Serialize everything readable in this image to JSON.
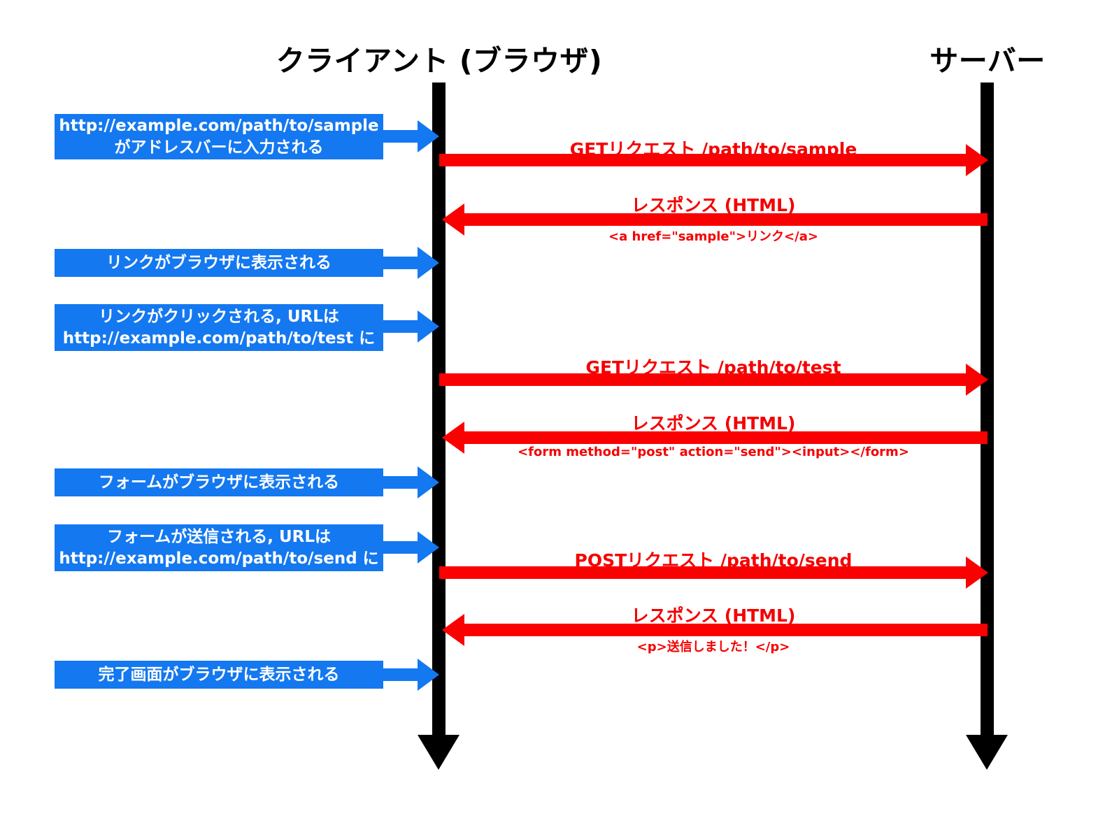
{
  "diagram": {
    "title_client": "クライアント (ブラウザ)",
    "title_server": "サーバー",
    "colors": {
      "note_blue": "#1478F0",
      "message_red": "#FA0000",
      "lifeline_black": "#000000",
      "background": "#FFFFFF"
    }
  },
  "notes": [
    {
      "line1": "http://example.com/path/to/sample",
      "line2": "がアドレスバーに入力される"
    },
    {
      "line1": "リンクがブラウザに表示される",
      "line2": ""
    },
    {
      "line1": "リンクがクリックされる, URLは",
      "line2": "http://example.com/path/to/test に"
    },
    {
      "line1": "フォームがブラウザに表示される",
      "line2": ""
    },
    {
      "line1": "フォームが送信される, URLは",
      "line2": "http://example.com/path/to/send に"
    },
    {
      "line1": "完了画面がブラウザに表示される",
      "line2": ""
    }
  ],
  "messages": [
    {
      "label": "GETリクエスト /path/to/sample",
      "sublabel": "",
      "direction": "client-to-server"
    },
    {
      "label": "レスポンス (HTML)",
      "sublabel": "<a href=\"sample\">リンク</a>",
      "direction": "server-to-client"
    },
    {
      "label": "GETリクエスト /path/to/test",
      "sublabel": "",
      "direction": "client-to-server"
    },
    {
      "label": "レスポンス (HTML)",
      "sublabel": "<form method=\"post\" action=\"send\"><input></form>",
      "direction": "server-to-client"
    },
    {
      "label": "POSTリクエスト /path/to/send",
      "sublabel": "",
      "direction": "client-to-server"
    },
    {
      "label": "レスポンス (HTML)",
      "sublabel": "<p>送信しました！</p>",
      "direction": "server-to-client"
    }
  ]
}
